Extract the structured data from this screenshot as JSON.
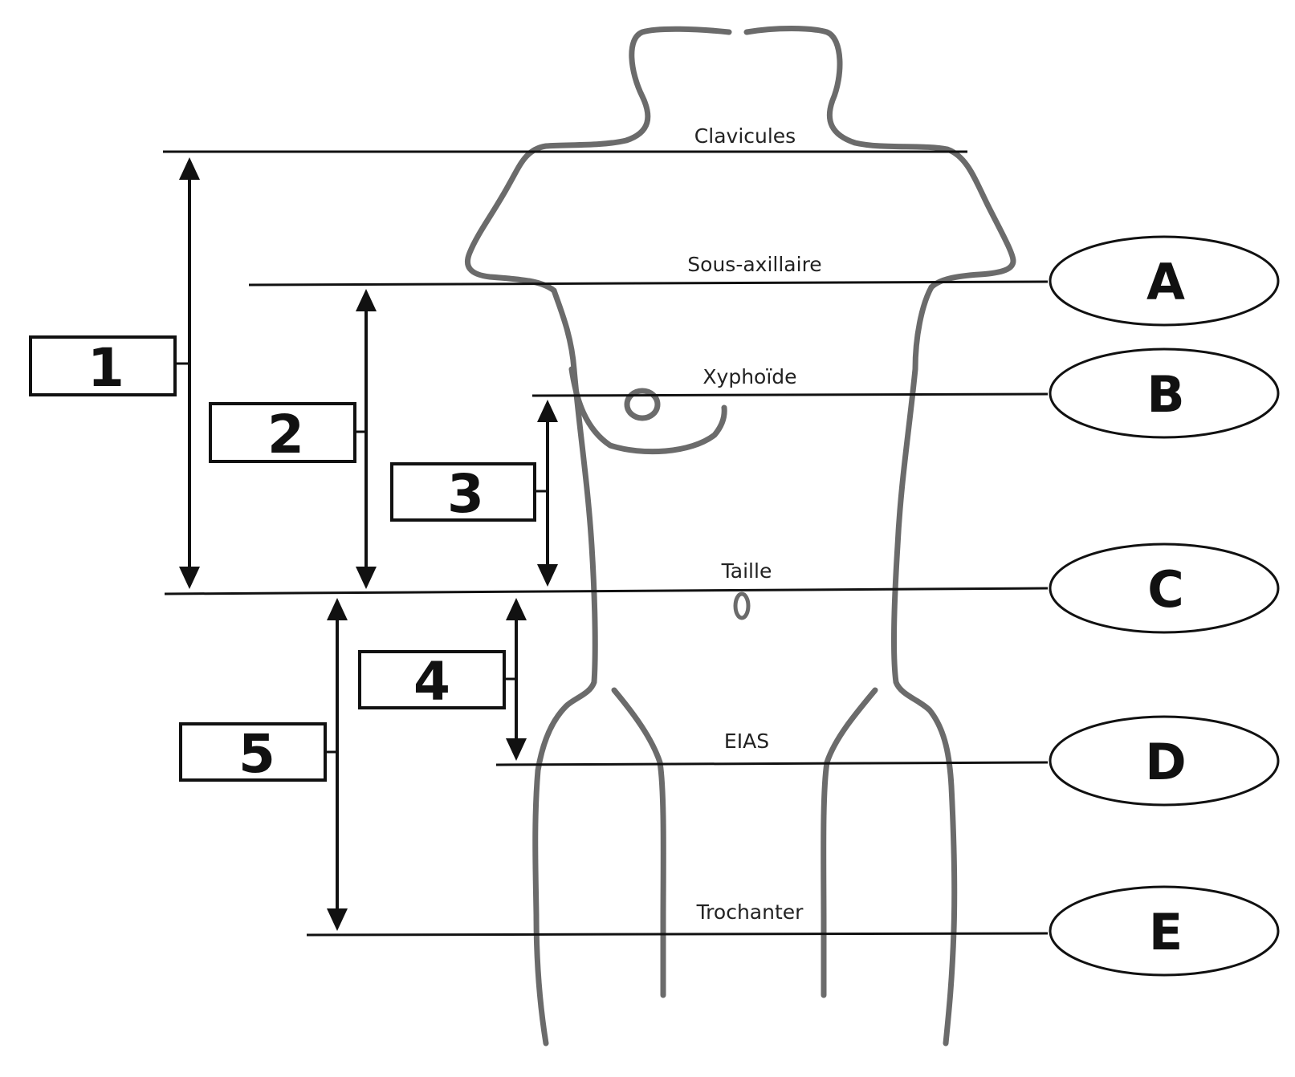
{
  "levels": {
    "clavicules": "Clavicules",
    "sous_axillaire": "Sous-axillaire",
    "xyphoide": "Xyphoïde",
    "taille": "Taille",
    "eias": "EIAS",
    "trochanter": "Trochanter"
  },
  "level_markers": {
    "a": "A",
    "b": "B",
    "c": "C",
    "d": "D",
    "e": "E"
  },
  "measurements": {
    "m1": "1",
    "m2": "2",
    "m3": "3",
    "m4": "4",
    "m5": "5"
  },
  "colors": {
    "outline": "#6b6b6b",
    "ink": "#111111"
  }
}
